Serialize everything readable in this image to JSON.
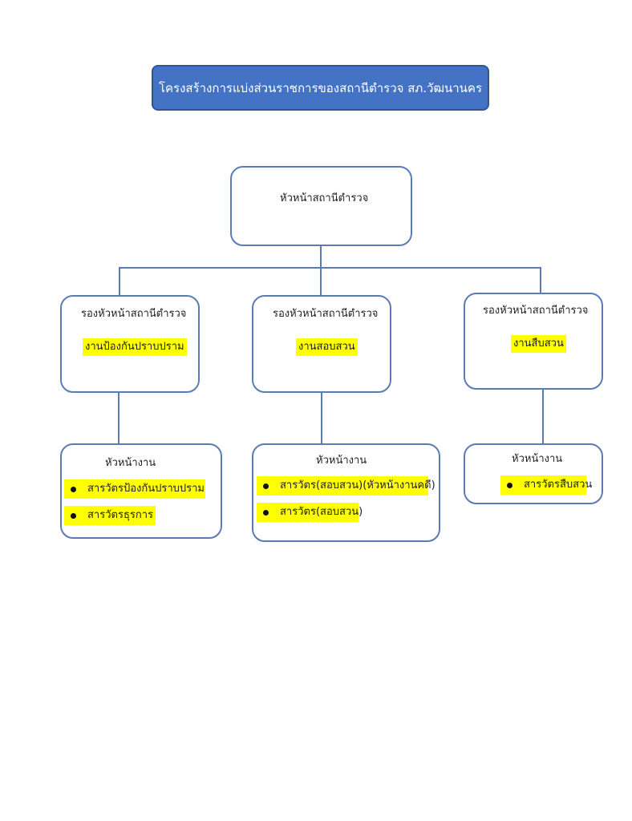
{
  "title": "โครงสร้างการแบ่งส่วนราชการของสถานีตำรวจ สภ.วัฒนานคร",
  "top": {
    "label": "หัวหน้าสถานีตำรวจ"
  },
  "deputies": [
    {
      "label": "รองหัวหน้าสถานีตำรวจ",
      "unit": "งานป้องกันปราบปราม"
    },
    {
      "label": "รองหัวหน้าสถานีตำรวจ",
      "unit": "งานสอบสวน"
    },
    {
      "label": "รองหัวหน้าสถานีตำรวจ",
      "unit": "งานสืบสวน"
    }
  ],
  "sections": [
    {
      "label": "หัวหน้างาน",
      "items": [
        "สารวัตรป้องกันปราบปราม",
        "สารวัตรธุรการ"
      ]
    },
    {
      "label": "หัวหน้างาน",
      "items": [
        "สารวัตร(สอบสวน)(หัวหน้างานคดี)",
        "สารวัตร(สอบสวน)"
      ]
    },
    {
      "label": "หัวหน้างาน",
      "items": [
        "สารวัตรสืบสวน"
      ]
    }
  ],
  "colors": {
    "banner": "#4472c4",
    "border": "#5b7bb5",
    "highlight": "#ffff00"
  }
}
